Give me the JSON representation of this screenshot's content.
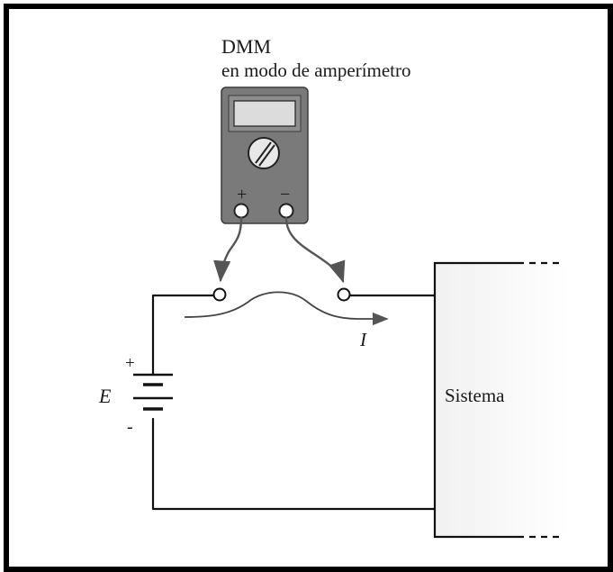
{
  "diagram": {
    "meter_title": "DMM",
    "meter_subtitle": "en modo de amperímetro",
    "meter_plus": "+",
    "meter_minus": "−",
    "current_label": "I",
    "source_label": "E",
    "battery_plus": "+",
    "battery_minus": "-",
    "system_label": "Sistema"
  }
}
